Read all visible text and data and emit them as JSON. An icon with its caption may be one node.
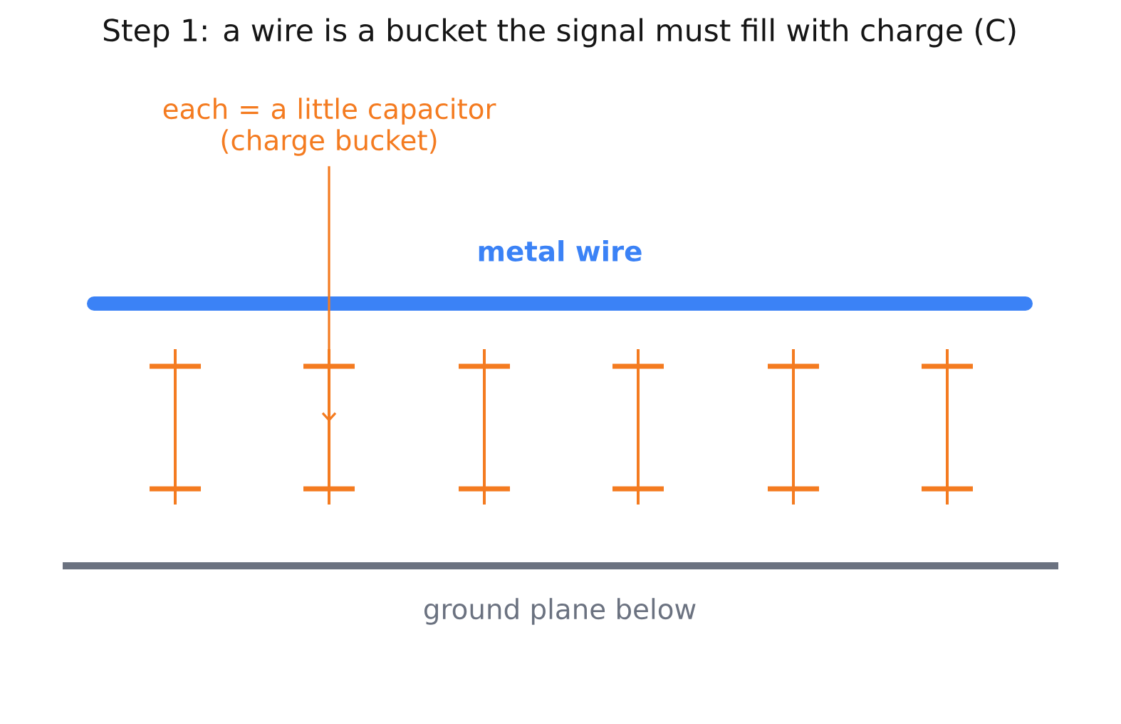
{
  "diagram": {
    "title": "Step 1: a wire is a bucket the signal must fill with charge (C)",
    "nodes": [
      {
        "text": [
          "each = a little capacitor (charge bucket)"
        ]
      },
      {
        "text": [],
        "shape": "capacitor"
      },
      {
        "text": [],
        "shape": "capacitor"
      },
      {
        "text": [],
        "shape": "capacitor"
      },
      {
        "text": [],
        "shape": "capacitor"
      },
      {
        "text": [],
        "shape": "capacitor"
      },
      {
        "text": [],
        "shape": "capacitor"
      }
    ],
    "edges": [
      {
        "from": 0,
        "to": 2,
        "arrow": "to"
      }
    ],
    "labels": [
      "metal wire",
      "ground plane below"
    ]
  }
}
